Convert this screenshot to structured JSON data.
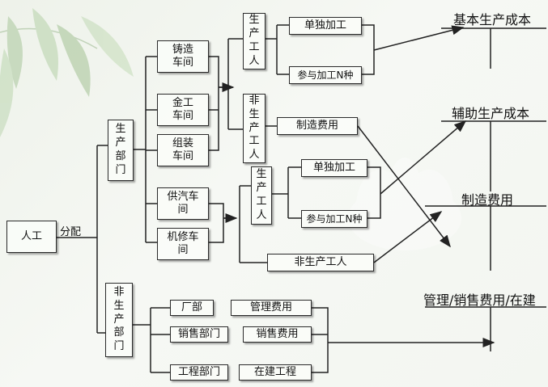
{
  "source": {
    "label": "人工"
  },
  "allocate_label": "分配",
  "production_dept": {
    "label": "生产部门"
  },
  "non_production_dept": {
    "label": "非生产部门"
  },
  "workshops": {
    "casting": "铸造车间",
    "metalwork": "金工车间",
    "assembly": "组装车间",
    "steam": "供汽车间",
    "repair": "机修车间"
  },
  "group1": {
    "production_workers": "生产工人",
    "non_production_workers": "非生产工人",
    "single_processing": "单独加工",
    "multi_processing": "参与加工N种",
    "manufacturing_overhead": "制造费用"
  },
  "group2": {
    "production_workers": "生产工人",
    "single_processing": "单独加工",
    "multi_processing": "参与加工N种",
    "non_production_workers": "非生产工人"
  },
  "non_prod_units": {
    "factory_office": "厂部",
    "sales_dept": "销售部门",
    "engineering_dept": "工程部门",
    "admin_expense": "管理费用",
    "selling_expense": "销售费用",
    "construction": "在建工程"
  },
  "targets": {
    "basic_cost": "基本生产成本",
    "auxiliary_cost": "辅助生产成本",
    "manufacturing_overhead": "制造费用",
    "period_expenses": "管理/销售费用/在建"
  }
}
